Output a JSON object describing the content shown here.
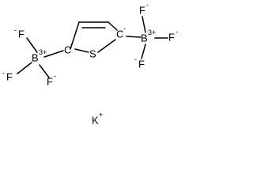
{
  "molecule": {
    "ring_sulfur": "S",
    "left_carbanion": {
      "symbol": "C",
      "charge": "-"
    },
    "right_carbanion": {
      "symbol": "C",
      "charge": "-"
    },
    "left_boron": {
      "symbol": "B",
      "charge": "3+"
    },
    "right_boron": {
      "symbol": "B",
      "charge": "3+"
    },
    "left_fluorines": [
      {
        "symbol": "F",
        "charge": "-"
      },
      {
        "symbol": "F",
        "charge": "-"
      },
      {
        "symbol": "F",
        "charge": "-"
      }
    ],
    "right_fluorines": [
      {
        "symbol": "F",
        "charge": "-"
      },
      {
        "symbol": "F",
        "charge": "-"
      },
      {
        "symbol": "F",
        "charge": "-"
      }
    ],
    "counter_ion": {
      "symbol": "K",
      "charge": "+"
    }
  }
}
